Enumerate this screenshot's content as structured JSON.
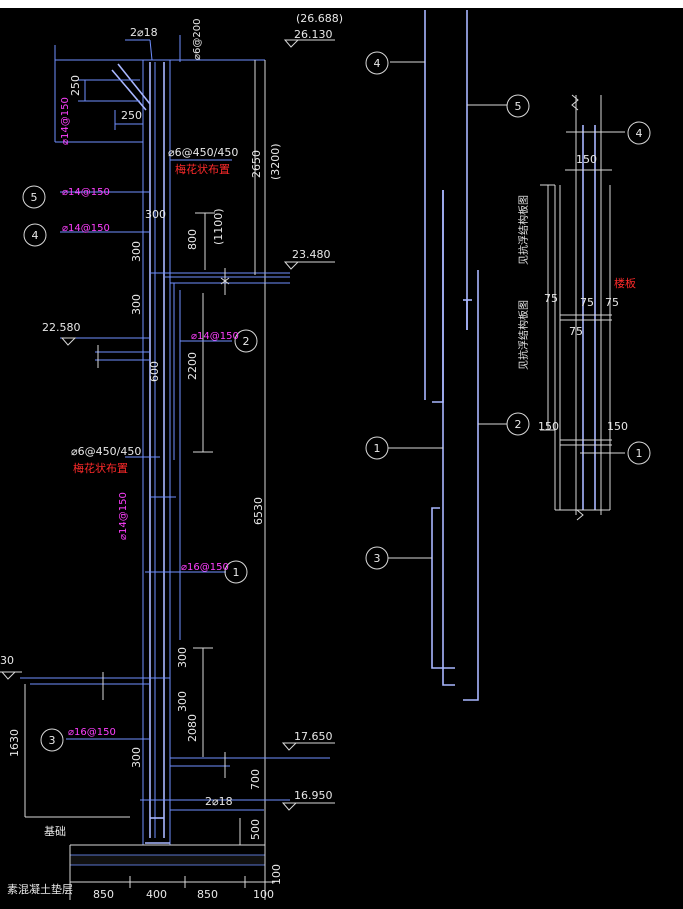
{
  "labels": {
    "top_pos": "2⌀18",
    "bot_pos": "2⌀18",
    "d200": "⌀6@200",
    "d250a": "250",
    "d250b": "250",
    "m_left_150": "⌀14@150",
    "m_spacing_a": "⌀6@450/450",
    "r_plum_a": "梅花状布置",
    "m_5": "⌀14@150",
    "m_4": "⌀14@150",
    "d300a": "300",
    "d300b": "300",
    "d300c": "300",
    "d300d": "300",
    "d300e": "300",
    "d300f": "300",
    "d800": "800",
    "d1100": "(1100)",
    "d2650": "2650",
    "d3200": "(3200)",
    "m_2": "⌀14@150",
    "d600": "600",
    "d2200": "2200",
    "m_spacing_b": "⌀6@450/450",
    "r_plum_b": "梅花状布置",
    "m_vert_150": "⌀14@150",
    "d6530": "6530",
    "m_1": "⌀16@150",
    "m_3": "⌀16@150",
    "d2080": "2080",
    "d1630": "1630",
    "d700": "700",
    "d500": "500",
    "d100r": "100",
    "d850a": "850",
    "d400": "400",
    "d850b": "850",
    "d100": "100",
    "found": "基础",
    "cushion": "素混凝土垫层",
    "slab": "楼板",
    "d150top": "150",
    "d75a": "75",
    "d75b": "75",
    "d75c": "75",
    "d75d": "75",
    "d150l": "150",
    "d150r": "150",
    "range1": "见抗浮结构板图",
    "range2": "见抗浮结构板图",
    "circ_left_left": "30"
  },
  "elevations": {
    "e26688": "(26.688)",
    "e26130": "26.130",
    "e23480": "23.480",
    "e22580": "22.580",
    "e17650": "17.650",
    "e16950": "16.950"
  },
  "circles": [
    "1",
    "2",
    "3",
    "4",
    "5"
  ]
}
